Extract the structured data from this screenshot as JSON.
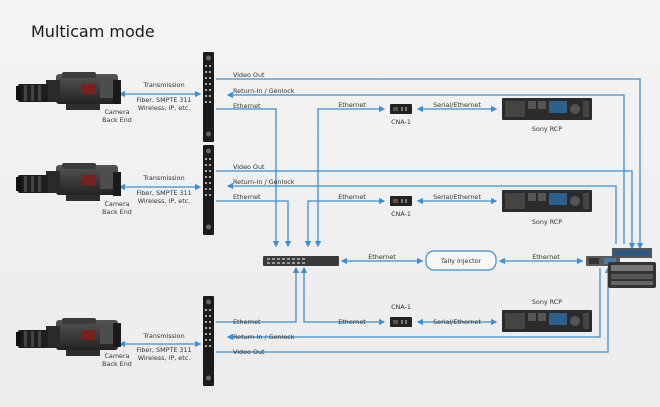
{
  "title": "Multicam mode",
  "colors": {
    "line": "#3b8fd6",
    "rack": "#1b1b1b",
    "body": "#3a3a3a"
  },
  "cameras": [
    {
      "back_end_label": [
        "Camera",
        "Back End"
      ],
      "transmission_label": [
        "Transmission",
        "Fiber, SMPTE 311",
        "Wireless, IP, etc."
      ],
      "ports": [
        "Video Out",
        "Return-In / Genlock",
        "Ethernet"
      ]
    },
    {
      "back_end_label": [
        "Camera",
        "Back End"
      ],
      "transmission_label": [
        "Transmission",
        "Fiber, SMPTE 311",
        "Wireless, IP, etc."
      ],
      "ports": [
        "Video Out",
        "Return-In / Genlock",
        "Ethernet"
      ]
    },
    {
      "back_end_label": [
        "Camera",
        "Back End"
      ],
      "transmission_label": [
        "Transmission",
        "Fiber, SMPTE 311",
        "Wireless, IP, etc."
      ],
      "ports": [
        "Ethernet",
        "Return-In / Genlock",
        "Video Out"
      ]
    }
  ],
  "cna_label": "CNA-1",
  "rcp_label": "Sony RCP",
  "ethernet_label": "Ethernet",
  "serial_ethernet_label": "Serial/Ethernet",
  "tally_injector_label": "Tally Injector"
}
